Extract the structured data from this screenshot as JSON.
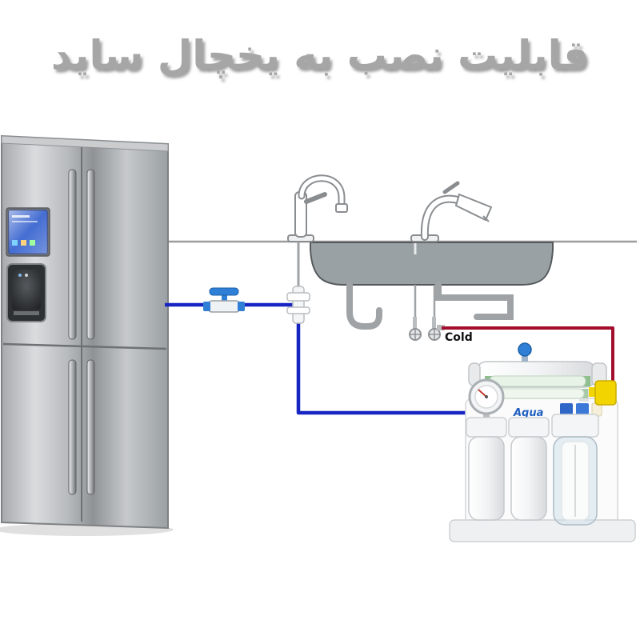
{
  "title": "قابلیت نصب به یخچال ساید",
  "labels": {
    "cold": "Cold",
    "filter_brand": "Aqua"
  },
  "colors": {
    "tube_blue": "#1726c3",
    "tube_red": "#a40e2e",
    "valve_blue": "#2f7fd6",
    "screen_blue": "#3b66d0",
    "yellow_fitting": "#f2d400",
    "brand_blue": "#1f5fc0",
    "steel_light": "#d9dbdd",
    "steel_dark": "#8f9396",
    "sink_gray": "#9aa1a5",
    "title_gray": "#a6a6a6"
  },
  "components": [
    "side-by-side-refrigerator",
    "kitchen-sink",
    "gooseneck-faucet",
    "pullout-faucet",
    "inline-shutoff-valve",
    "tee-fitting",
    "cold-water-valve",
    "ro-filter-unit",
    "pressure-gauge",
    "membrane-housing",
    "filter-housings"
  ]
}
